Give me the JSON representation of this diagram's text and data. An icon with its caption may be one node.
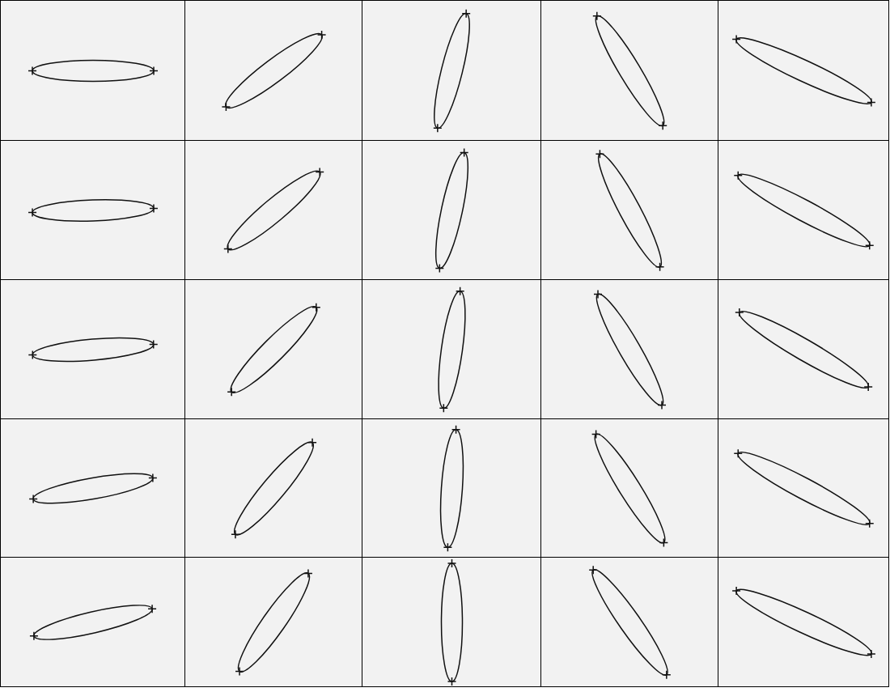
{
  "diagram": {
    "nodes": [
      {
        "text": [],
        "shape": "ellipse"
      },
      {
        "text": [],
        "shape": "ellipse"
      },
      {
        "text": [],
        "shape": "ellipse"
      },
      {
        "text": [],
        "shape": "ellipse"
      },
      {
        "text": [],
        "shape": "ellipse"
      },
      {
        "text": [],
        "shape": "ellipse"
      },
      {
        "text": [],
        "shape": "ellipse"
      },
      {
        "text": [],
        "shape": "ellipse"
      },
      {
        "text": [],
        "shape": "ellipse"
      },
      {
        "text": [],
        "shape": "ellipse"
      },
      {
        "text": [],
        "shape": "ellipse"
      },
      {
        "text": [],
        "shape": "ellipse"
      },
      {
        "text": [],
        "shape": "ellipse"
      },
      {
        "text": [],
        "shape": "ellipse"
      },
      {
        "text": [],
        "shape": "ellipse"
      },
      {
        "text": [],
        "shape": "ellipse"
      },
      {
        "text": [],
        "shape": "ellipse"
      },
      {
        "text": [],
        "shape": "ellipse"
      },
      {
        "text": [],
        "shape": "ellipse"
      },
      {
        "text": [],
        "shape": "ellipse"
      },
      {
        "text": [],
        "shape": "ellipse"
      },
      {
        "text": [],
        "shape": "ellipse"
      },
      {
        "text": [],
        "shape": "ellipse"
      },
      {
        "text": [],
        "shape": "ellipse"
      },
      {
        "text": [],
        "shape": "ellipse"
      }
    ]
  }
}
